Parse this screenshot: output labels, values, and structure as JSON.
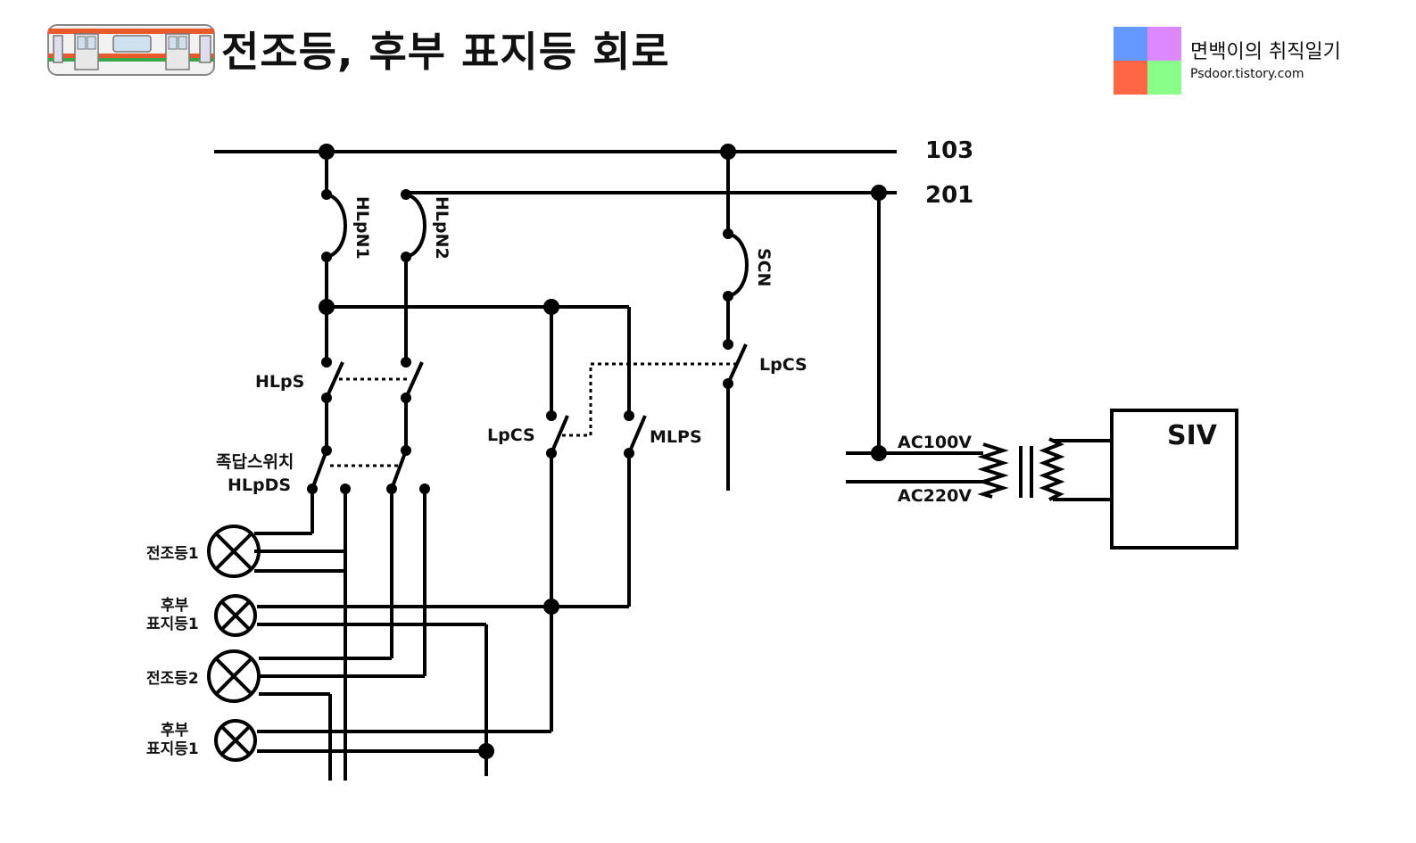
{
  "header": {
    "title": "전조등, 후부 표지등 회로"
  },
  "branding": {
    "blog_name": "면백이의 취직일기",
    "blog_url": "Psdoor.tistory.com",
    "colors": [
      "#6699ff",
      "#dd88ff",
      "#ff6644",
      "#88ff88"
    ]
  },
  "diagram": {
    "lines": {
      "line_103": "103",
      "line_201": "201"
    },
    "breakers": {
      "hlpn1": "HLpN1",
      "hlpn2": "HLpN2",
      "scn": "SCN"
    },
    "switches": {
      "hlps": "HLpS",
      "dimmer_kor": "족답스위치",
      "dimmer": "HLpDS",
      "lpcs_left": "LpCS",
      "mlps": "MLPS",
      "lpcs_right": "LpCS"
    },
    "lamps": {
      "headlamp1": "전조등1",
      "tail1_top": "후부",
      "tail1_bottom": "표지등1",
      "headlamp2": "전조등2",
      "tail2_top": "후부",
      "tail2_bottom": "표지등1"
    },
    "supply": {
      "ac100": "AC100V",
      "ac220": "AC220V",
      "siv": "SIV"
    }
  }
}
